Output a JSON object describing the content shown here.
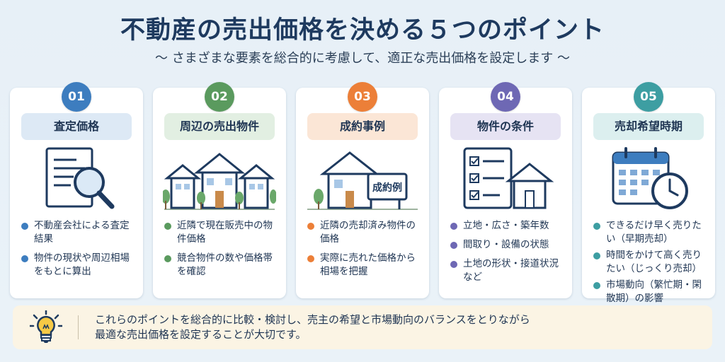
{
  "title": "不動産の売出価格を決める５つのポイント",
  "subtitle": "～ さまざまな要素を総合的に考慮して、適正な売出価格を設定します ～",
  "colors": {
    "blue": "#3d7dbf",
    "green": "#5a9a5e",
    "orange": "#ec7f38",
    "purple": "#6e68b4",
    "teal": "#3d9ea2"
  },
  "cards": [
    {
      "number": "01",
      "label": "査定価格",
      "icon": "document-magnifier-icon",
      "bullets": [
        "不動産会社による査定結果",
        "物件の現状や周辺相場をもとに算出"
      ]
    },
    {
      "number": "02",
      "label": "周辺の売出物件",
      "icon": "neighborhood-houses-icon",
      "bullets": [
        "近隣で現在販売中の物件価格",
        "競合物件の数や価格帯を確認"
      ]
    },
    {
      "number": "03",
      "label": "成約事例",
      "icon": "house-with-sign-icon",
      "sign": "成約例",
      "bullets": [
        "近隣の売却済み物件の価格",
        "実際に売れた価格から相場を把握"
      ]
    },
    {
      "number": "04",
      "label": "物件の条件",
      "icon": "checklist-house-icon",
      "bullets": [
        "立地・広さ・築年数",
        "間取り・設備の状態",
        "土地の形状・接道状況など"
      ]
    },
    {
      "number": "05",
      "label": "売却希望時期",
      "icon": "calendar-clock-icon",
      "bullets": [
        "できるだけ早く売りたい（早期売却）",
        "時間をかけて高く売りたい（じっくり売却）",
        "市場動向（繁忙期・閑散期）の影響"
      ]
    }
  ],
  "note": {
    "icon": "lightbulb-icon",
    "line1": "これらのポイントを総合的に比較・検討し、売主の希望と市場動向のバランスをとりながら",
    "line2": "最適な売出価格を設定することが大切です。"
  }
}
